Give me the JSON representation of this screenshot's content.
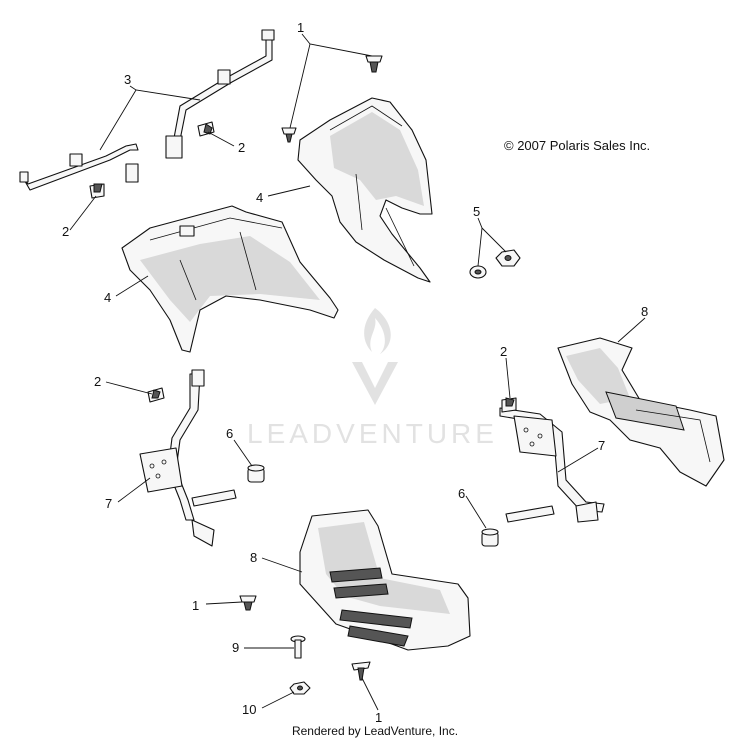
{
  "copyright": "© 2007 Polaris Sales Inc.",
  "footer": "Rendered by LeadVenture, Inc.",
  "watermark": {
    "brand": "LEADVENTURE",
    "icon": "leadventure-flame-logo"
  },
  "callouts": {
    "c1a": "1",
    "c1b": "1",
    "c1c": "1",
    "c2a": "2",
    "c2b": "2",
    "c2c": "2",
    "c2d": "2",
    "c3": "3",
    "c4a": "4",
    "c4b": "4",
    "c5": "5",
    "c6a": "6",
    "c6b": "6",
    "c7a": "7",
    "c7b": "7",
    "c8a": "8",
    "c8b": "8",
    "c9": "9",
    "c10": "10"
  }
}
